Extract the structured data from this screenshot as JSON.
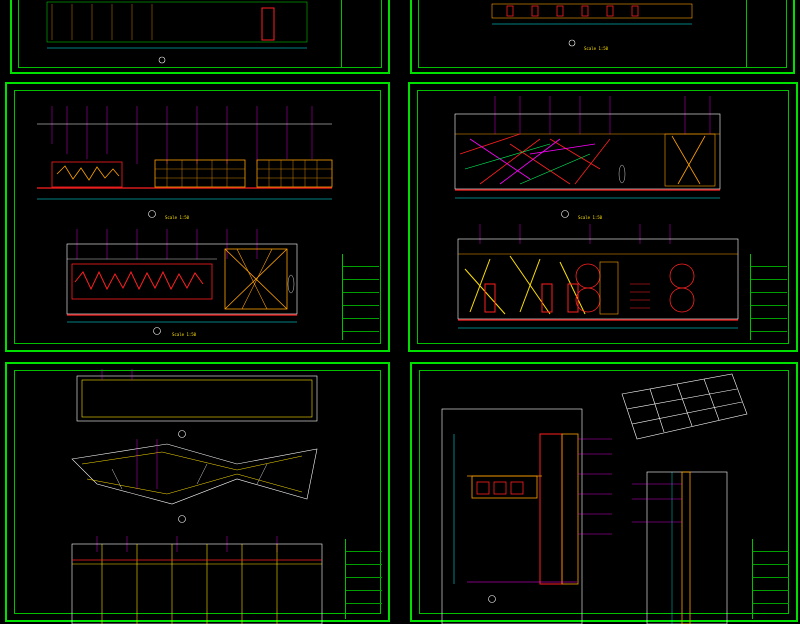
{
  "sheets": [
    {
      "id": "A",
      "captions": [
        {
          "title": "",
          "scale": ""
        }
      ]
    },
    {
      "id": "B",
      "captions": [
        {
          "title": "",
          "scale": "Scale 1:50"
        }
      ]
    },
    {
      "id": "C",
      "captions": [
        {
          "title": "",
          "scale": "Scale 1:50"
        },
        {
          "title": "",
          "scale": "Scale 1:50"
        }
      ]
    },
    {
      "id": "D",
      "captions": [
        {
          "title": "",
          "scale": "Scale 1:50"
        },
        {
          "title": "",
          "scale": ""
        }
      ]
    },
    {
      "id": "E",
      "captions": [
        {
          "title": "",
          "scale": ""
        },
        {
          "title": "",
          "scale": ""
        },
        {
          "title": "",
          "scale": ""
        }
      ]
    },
    {
      "id": "F",
      "captions": [
        {
          "title": "",
          "scale": ""
        }
      ]
    }
  ],
  "colors": {
    "frame": "#00e000",
    "background": "#000000",
    "dimension": "#00ffff",
    "leader": "#ff00ff",
    "furniture": "#ffa000",
    "cabinet": "#ff2020",
    "annotation": "#ffffff",
    "accent": "#ffe000"
  }
}
